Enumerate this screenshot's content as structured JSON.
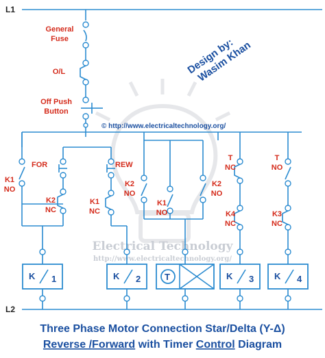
{
  "rails": {
    "top": "L1",
    "bottom": "L2"
  },
  "series_labels": {
    "fuse": "General\nFuse",
    "overload": "O/L",
    "off_button": "Off Push\nButton"
  },
  "credit": {
    "line1": "Design by:",
    "line2": "Wasim Khan"
  },
  "url": "© http://www.electricaltechnology.org/",
  "watermark": {
    "brand": "Electrical Technology",
    "url": "http://www.electricaltechnology.org/"
  },
  "contacts": {
    "for_button": "FOR",
    "rew_button": "REW",
    "k1_no": "K1\nNO",
    "k2_nc": "K2\nNC",
    "k1_nc": "K1\nNC",
    "k2_no_left": "K2\nNO",
    "k1_no_mid": "K1\nNO",
    "k2_no_right": "K2\nNO",
    "t_nc": "T\nNC",
    "t_no": "T\nNO",
    "k4_nc": "K4\nNC",
    "k3_nc": "K3\nNC"
  },
  "coils": [
    {
      "letter": "K",
      "number": "1"
    },
    {
      "letter": "K",
      "number": "2"
    },
    {
      "letter": "T",
      "number": ""
    },
    {
      "letter": "K",
      "number": "3"
    },
    {
      "letter": "K",
      "number": "4"
    }
  ],
  "title": {
    "line1": "Three Phase Motor Connection Star/Delta (Y-Δ)",
    "line2_part1": "Reverse /",
    "line2_part2": "Forward",
    "line2_part3": " with Timer ",
    "line2_part4": "Control",
    "line2_part5": " Diagram"
  },
  "colors": {
    "wire": "#2a8bd0",
    "label_red": "#d42a1a",
    "label_blue": "#1a4fa0"
  }
}
